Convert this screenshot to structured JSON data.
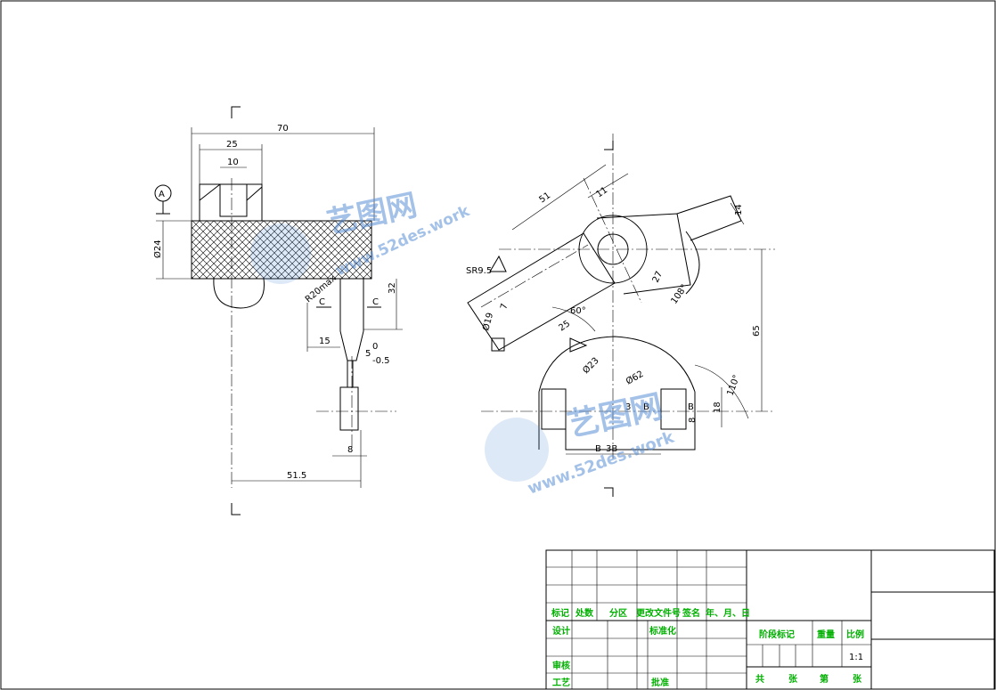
{
  "drawing": {
    "datum_label": "A",
    "left_view": {
      "dims": [
        "70",
        "25",
        "10",
        "Ø24",
        "R20max",
        "32",
        "15",
        "5",
        "0",
        "-0.5",
        "8",
        "51.5"
      ],
      "section_marks": [
        "C",
        "C"
      ]
    },
    "right_view": {
      "dims": [
        "51",
        "11",
        "14",
        "SR9.5",
        "Ø19",
        "7",
        "60°",
        "25",
        "27",
        "Ø23",
        "108°",
        "65",
        "Ø62",
        "110°",
        "3",
        "B",
        "B",
        "18",
        "8",
        "3B",
        "B"
      ]
    }
  },
  "title_block": {
    "header": [
      "标记",
      "处数",
      "分区",
      "更改文件号",
      "签名",
      "年、月、日"
    ],
    "rows": [
      "设计",
      "标准化",
      "审核",
      "工艺",
      "批准"
    ],
    "mid_headers": [
      "阶段标记",
      "重量",
      "比例"
    ],
    "scale": "1:1",
    "sheets": [
      "共",
      "张",
      "第",
      "张"
    ]
  },
  "watermark": {
    "cn": "艺图网",
    "url": "www.52des.work"
  },
  "colors": {
    "line": "#000000",
    "tb_text": "#00b000",
    "watermark": "#5a8fd6"
  }
}
